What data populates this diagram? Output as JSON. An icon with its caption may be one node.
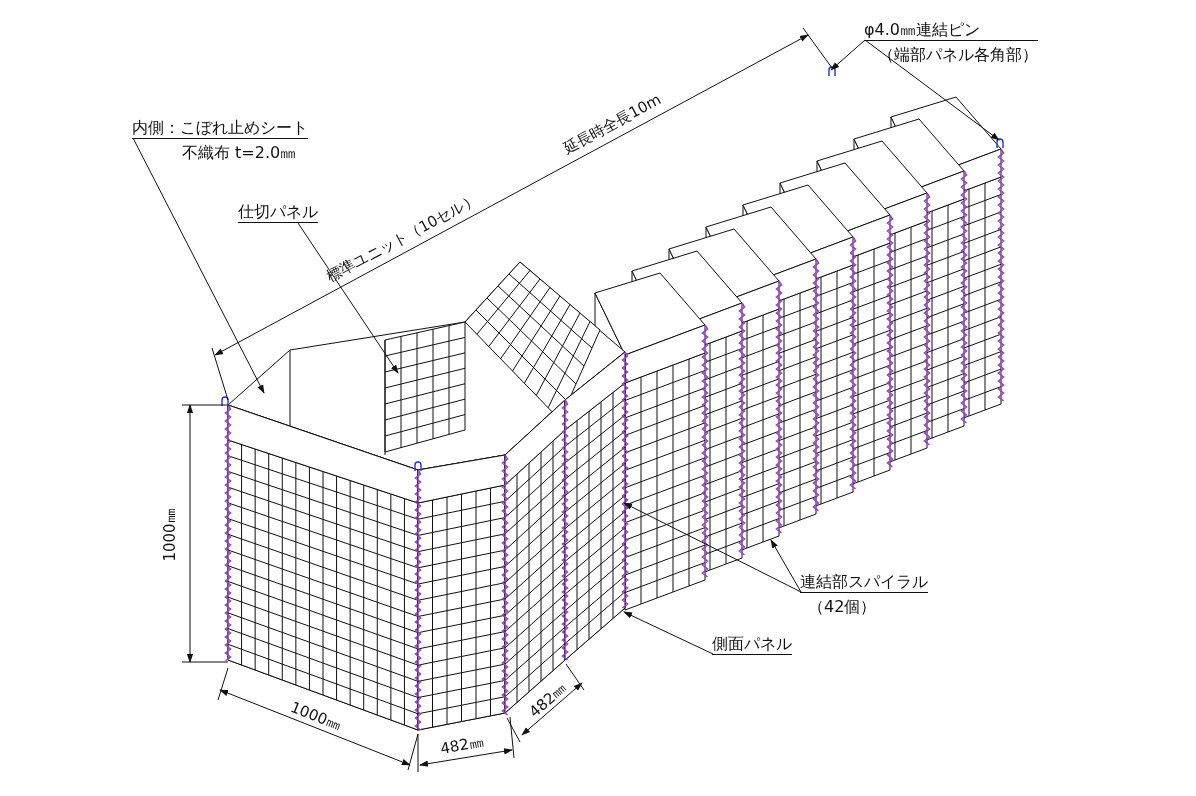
{
  "diagram": {
    "nodes": [
      {
        "text": [
          "内側：こぼれ止めシート",
          "不織布 t=2.0㎜"
        ]
      },
      {
        "text": [
          "仕切パネル"
        ]
      },
      {
        "text": [
          "φ4.0㎜連結ピン",
          "（端部パネル各角部）"
        ]
      },
      {
        "text": [
          "連結部スパイラル",
          "（42個）"
        ]
      },
      {
        "text": [
          "側面パネル"
        ]
      }
    ],
    "edges": [
      {
        "from": 0,
        "to": null,
        "arrow": "to"
      },
      {
        "from": 1,
        "to": null,
        "arrow": "to"
      },
      {
        "from": 2,
        "to": null,
        "arrow": "to"
      },
      {
        "from": 2,
        "to": null,
        "arrow": "to"
      },
      {
        "from": 3,
        "to": null,
        "arrow": "to"
      },
      {
        "from": 3,
        "to": null,
        "arrow": "to"
      },
      {
        "from": 4,
        "to": null,
        "arrow": "to"
      }
    ],
    "labels": [
      "延長時全長10m",
      "標準ユニット（10セル）",
      "1000㎜",
      "1000㎜",
      "482㎜",
      "482㎜"
    ]
  }
}
